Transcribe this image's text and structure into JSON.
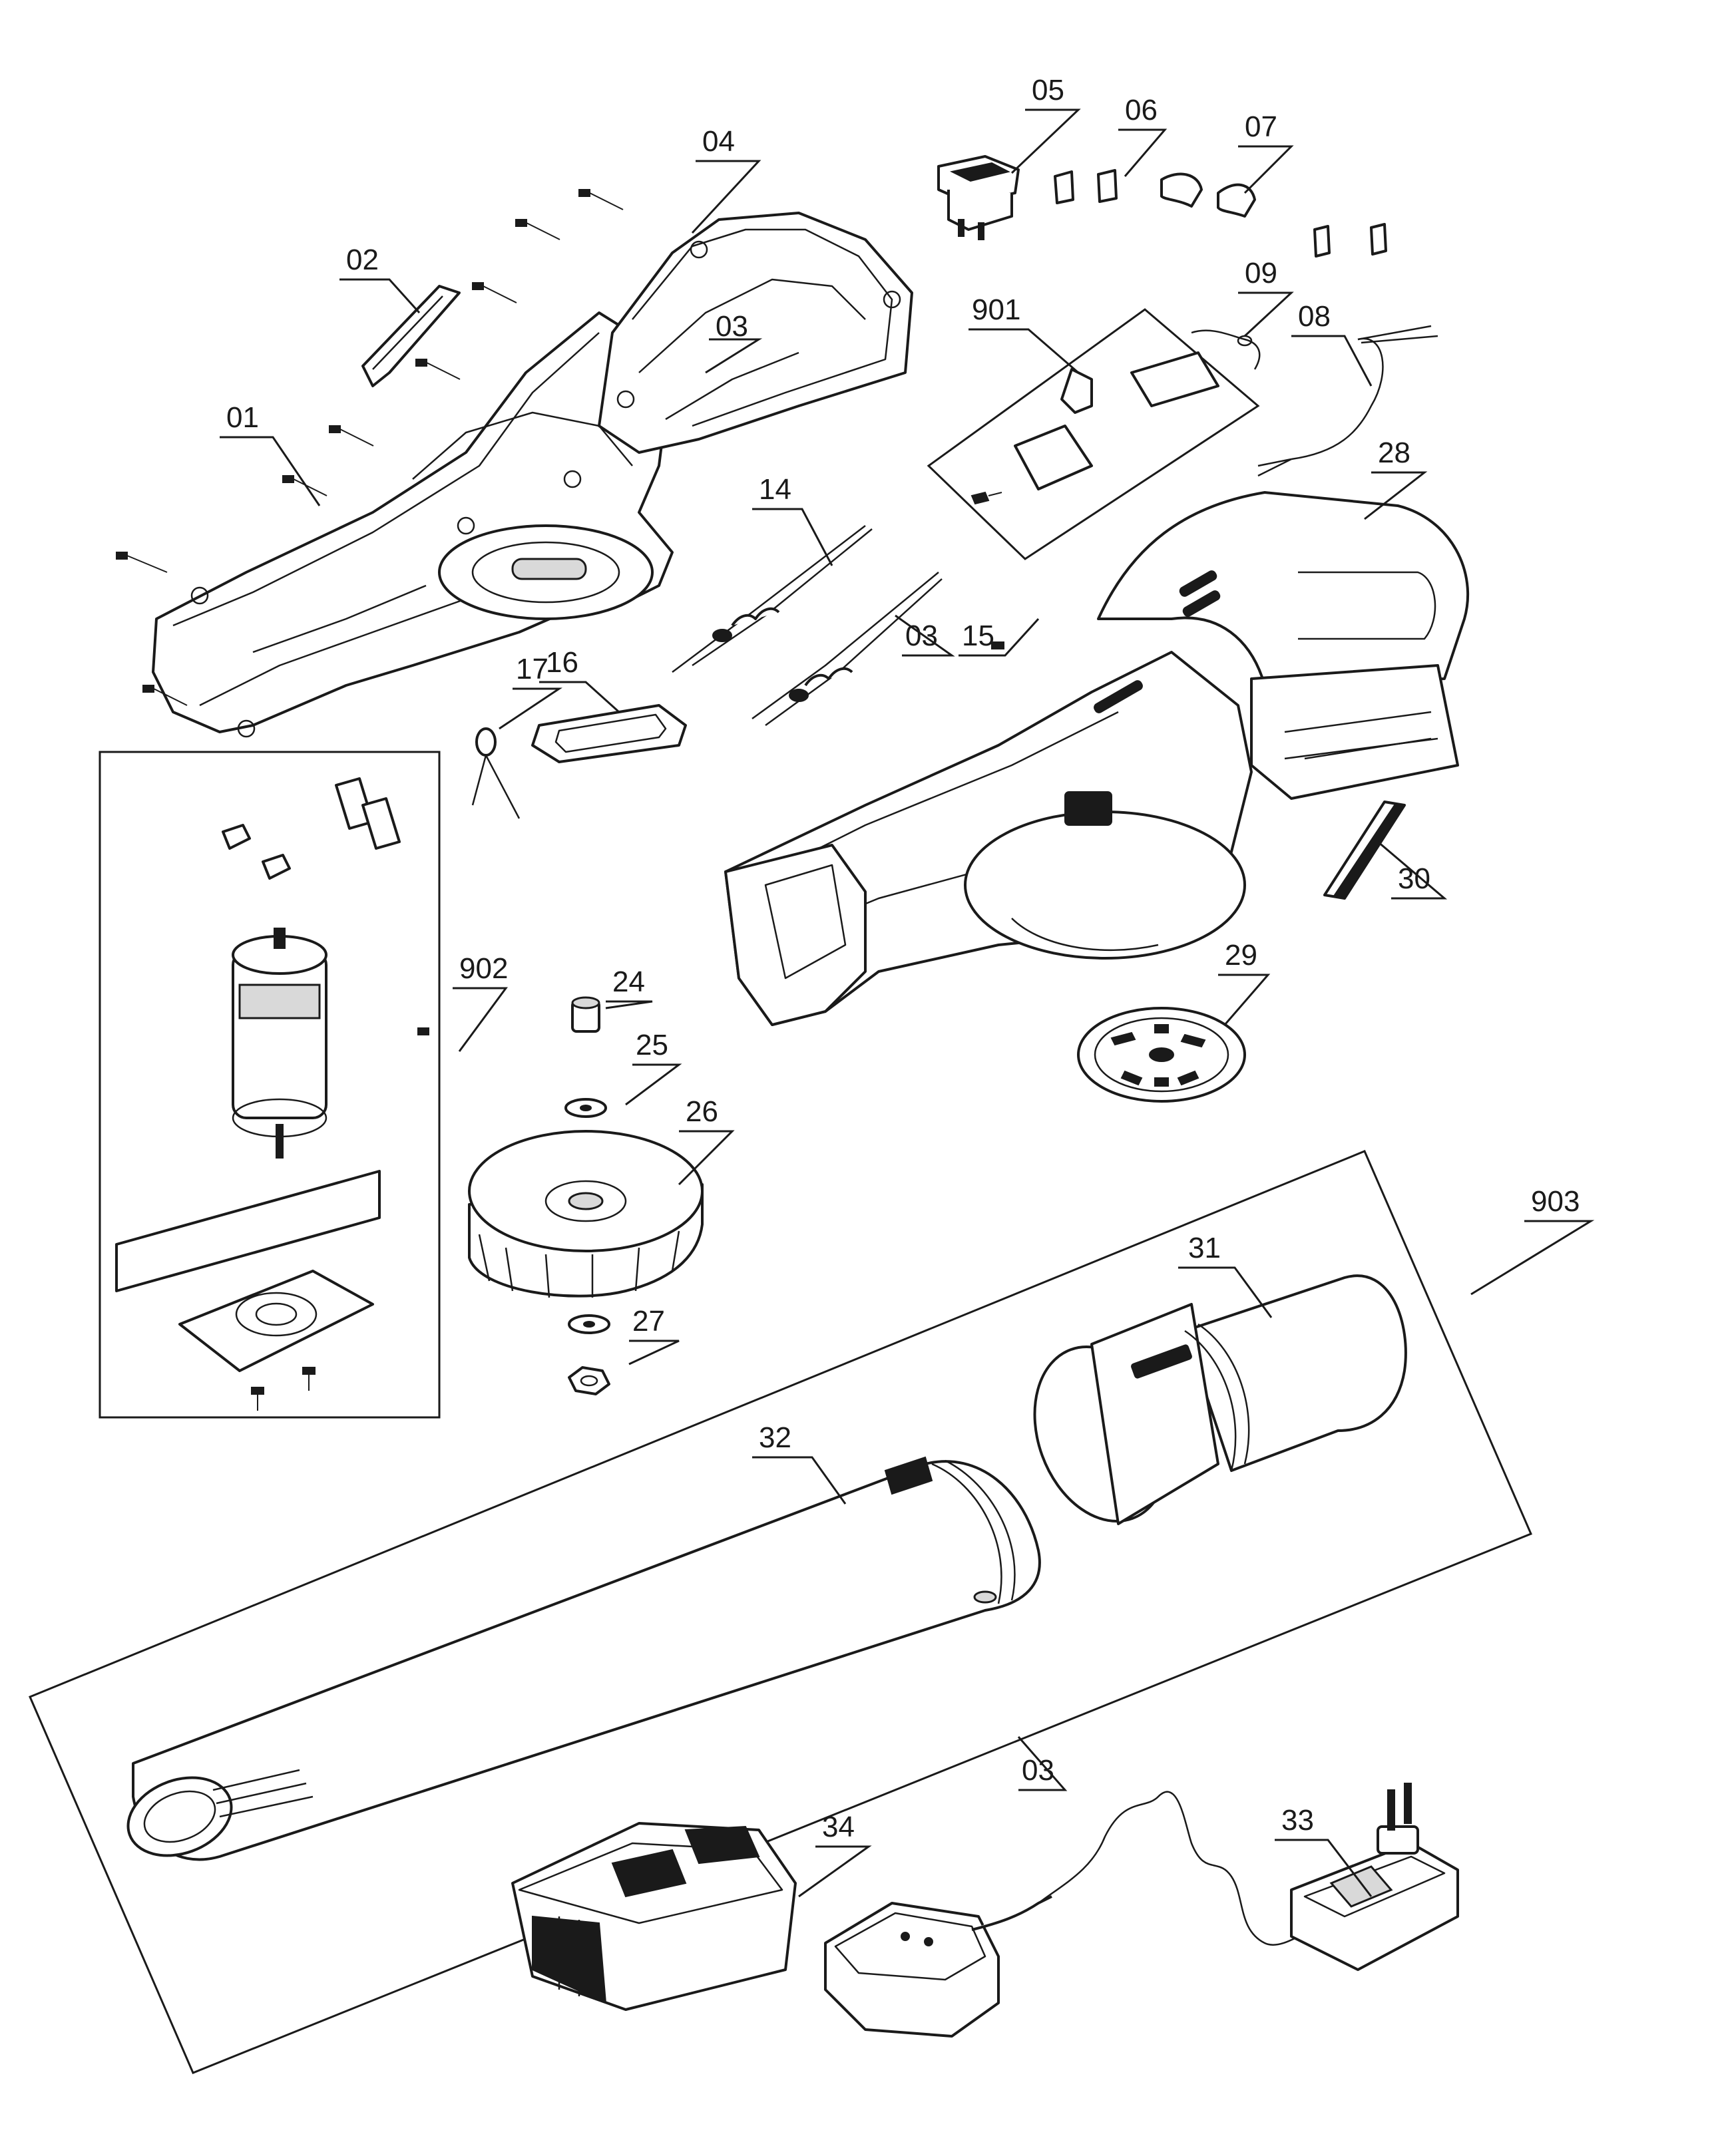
{
  "labels": {
    "p01": "01",
    "p02": "02",
    "p03a": "03",
    "p04": "04",
    "p05": "05",
    "p06": "06",
    "p07": "07",
    "p901": "901",
    "p09": "09",
    "p08": "08",
    "p14": "14",
    "p15": "15",
    "p03b": "03",
    "p28": "28",
    "p16": "16",
    "p17": "17",
    "p902": "902",
    "p24": "24",
    "p25": "25",
    "p26": "26",
    "p27": "27",
    "p29": "29",
    "p30": "30",
    "p903": "903",
    "p31": "31",
    "p32": "32",
    "p03c": "03",
    "p33": "33",
    "p34": "34"
  }
}
